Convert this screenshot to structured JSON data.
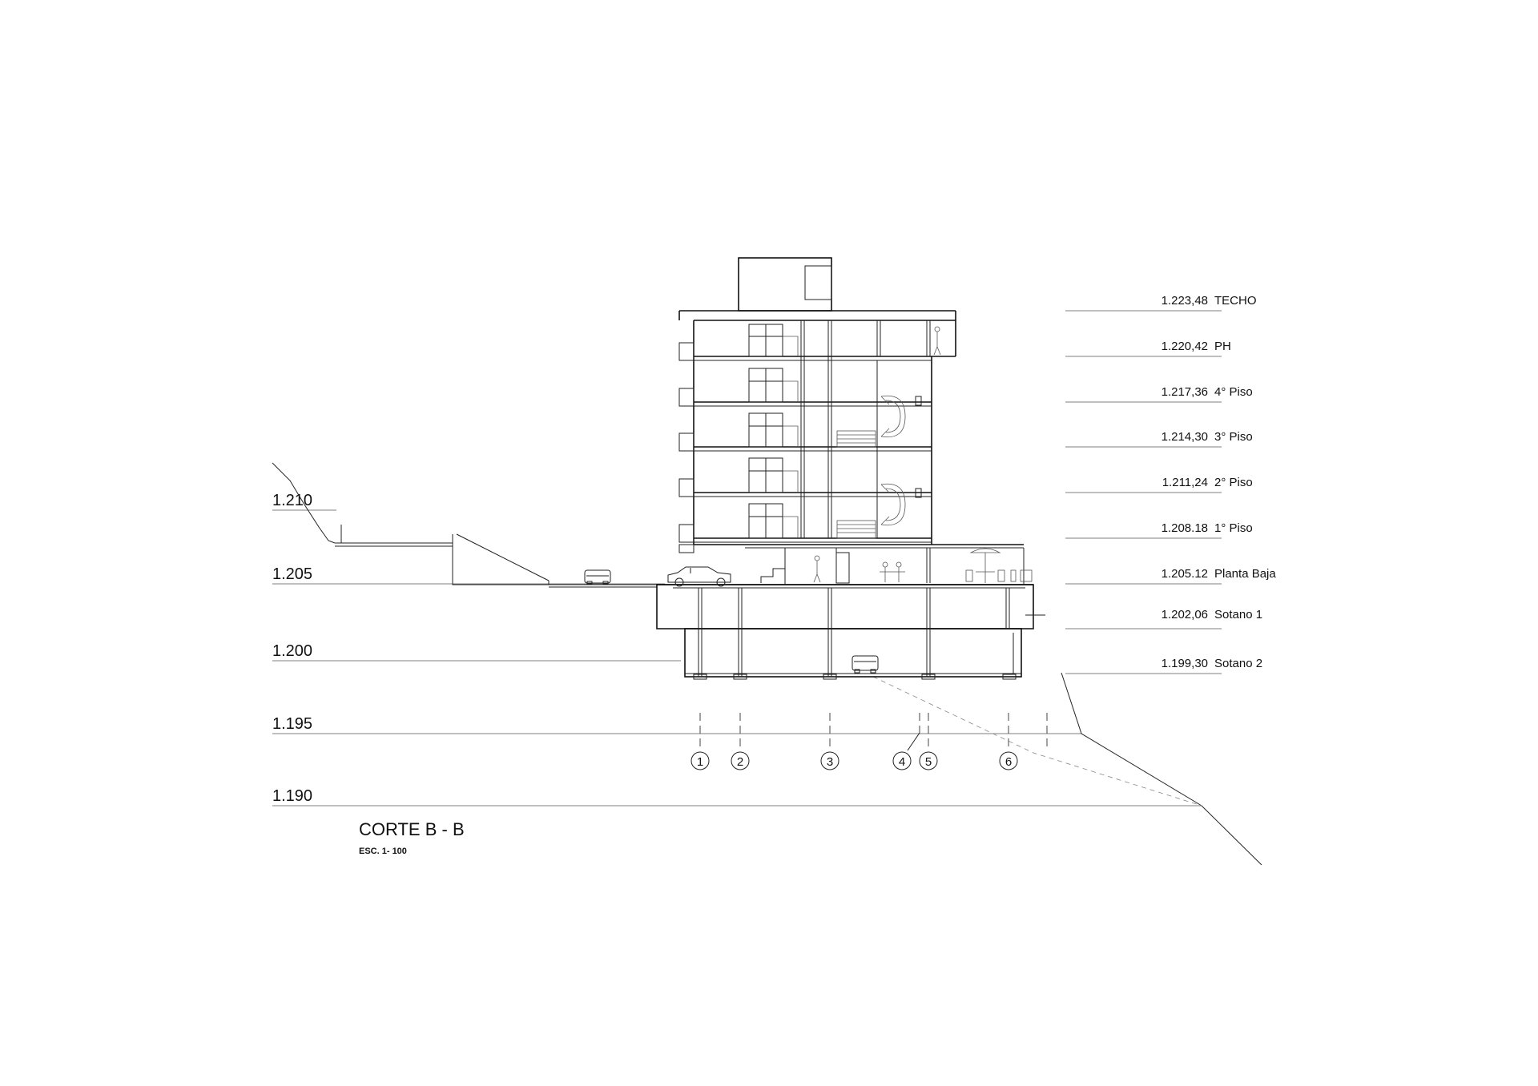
{
  "title": "CORTE B - B",
  "scale": "ESC.  1- 100",
  "ground_levels": [
    {
      "label": "1.210"
    },
    {
      "label": "1.205"
    },
    {
      "label": "1.200"
    },
    {
      "label": "1.195"
    },
    {
      "label": "1.190"
    }
  ],
  "floor_levels": [
    {
      "value": "1.223,48",
      "name": "TECHO"
    },
    {
      "value": "1.220,42",
      "name": "PH"
    },
    {
      "value": "1.217,36",
      "name": "4° Piso"
    },
    {
      "value": "1.214,30",
      "name": "3° Piso"
    },
    {
      "value": "1.211,24",
      "name": "2° Piso"
    },
    {
      "value": "1.208.18",
      "name": "1° Piso"
    },
    {
      "value": "1.205.12",
      "name": "Planta Baja"
    },
    {
      "value": "1.202,06",
      "name": "Sotano 1"
    },
    {
      "value": "1.199,30",
      "name": "Sotano 2"
    }
  ],
  "grid_axes": [
    "1",
    "2",
    "3",
    "4",
    "5",
    "6"
  ],
  "icons": [
    "car-icon",
    "person-icon",
    "umbrella-table-icon",
    "spiral-stair-icon"
  ]
}
